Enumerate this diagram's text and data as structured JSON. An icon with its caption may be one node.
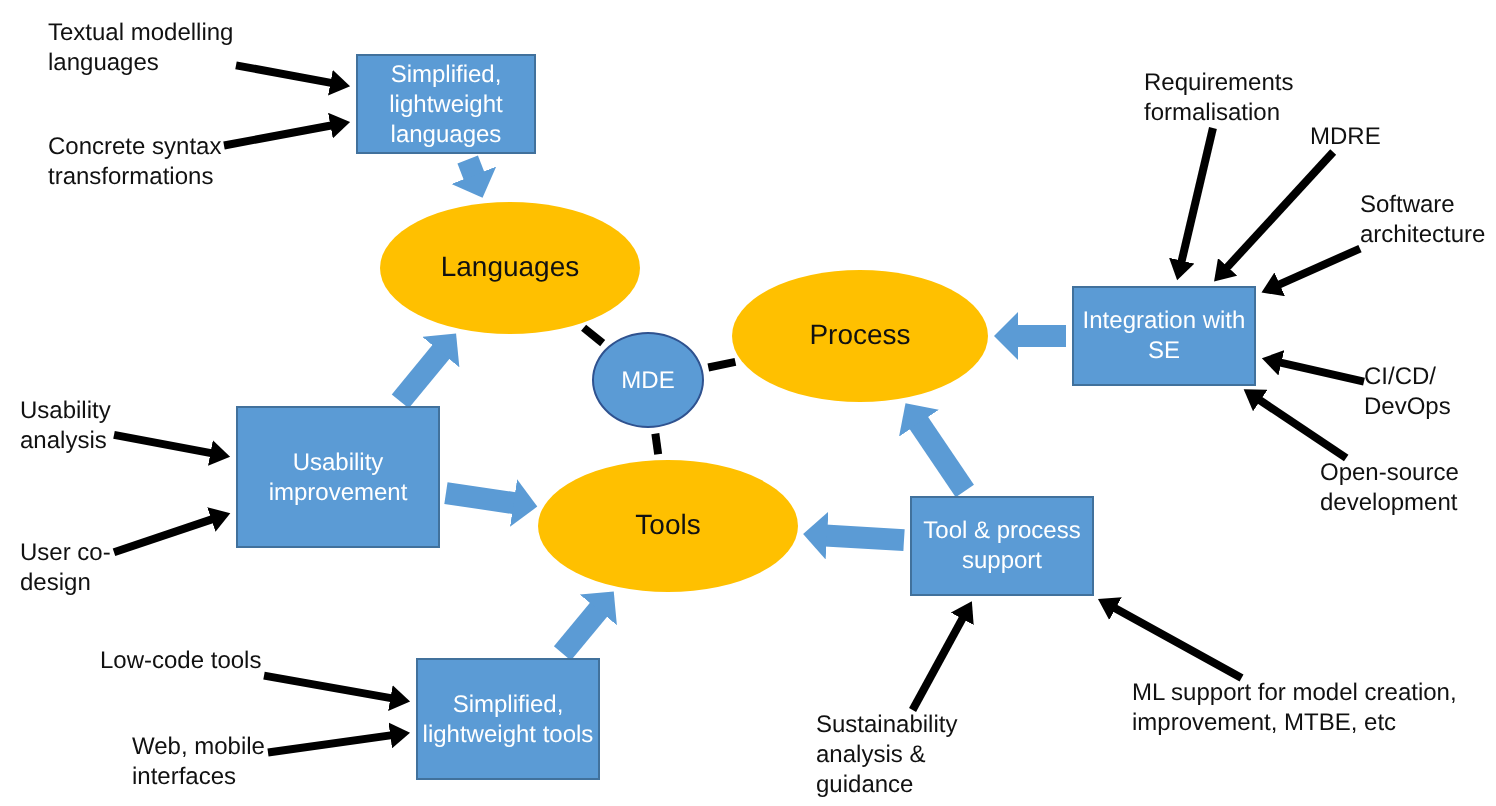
{
  "diagram": {
    "nodes": [
      {
        "text": [
          "Textual modelling languages"
        ]
      },
      {
        "text": [
          "Concrete syntax transformations"
        ]
      },
      {
        "text": [
          "Simplified, lightweight languages"
        ]
      },
      {
        "text": [
          "Languages"
        ]
      },
      {
        "text": [
          "MDE"
        ]
      },
      {
        "text": [
          "Process"
        ]
      },
      {
        "text": [
          "Tools"
        ]
      },
      {
        "text": [
          "Usability analysis"
        ]
      },
      {
        "text": [
          "User co-design"
        ]
      },
      {
        "text": [
          "Usability improvement"
        ]
      },
      {
        "text": [
          "Low-code tools"
        ]
      },
      {
        "text": [
          "Web, mobile interfaces"
        ]
      },
      {
        "text": [
          "Simplified, lightweight tools"
        ]
      },
      {
        "text": [
          "Requirements formalisation"
        ]
      },
      {
        "text": [
          "MDRE"
        ]
      },
      {
        "text": [
          "Software architecture"
        ]
      },
      {
        "text": [
          "Integration with SE"
        ]
      },
      {
        "text": [
          "CI/CD/ DevOps"
        ]
      },
      {
        "text": [
          "Open-source development"
        ]
      },
      {
        "text": [
          "Tool & process support"
        ]
      },
      {
        "text": [
          "Sustainability analysis & guidance"
        ]
      },
      {
        "text": [
          "ML support for model creation, improvement, MTBE, etc"
        ]
      }
    ],
    "edges": [
      {
        "from": 0,
        "to": 2,
        "arrow": "to"
      },
      {
        "from": 1,
        "to": 2,
        "arrow": "to"
      },
      {
        "from": 2,
        "to": 3,
        "arrow": "to",
        "style": "thick",
        "color": "#5b9bd5"
      },
      {
        "from": 3,
        "to": 4,
        "arrow": "none"
      },
      {
        "from": 4,
        "to": 5,
        "arrow": "none"
      },
      {
        "from": 4,
        "to": 6,
        "arrow": "none"
      },
      {
        "from": 7,
        "to": 9,
        "arrow": "to"
      },
      {
        "from": 8,
        "to": 9,
        "arrow": "to"
      },
      {
        "from": 9,
        "to": 3,
        "arrow": "to",
        "style": "thick",
        "color": "#5b9bd5"
      },
      {
        "from": 9,
        "to": 6,
        "arrow": "to",
        "style": "thick",
        "color": "#5b9bd5"
      },
      {
        "from": 10,
        "to": 12,
        "arrow": "to"
      },
      {
        "from": 11,
        "to": 12,
        "arrow": "to"
      },
      {
        "from": 12,
        "to": 6,
        "arrow": "to",
        "style": "thick",
        "color": "#5b9bd5"
      },
      {
        "from": 13,
        "to": 16,
        "arrow": "to"
      },
      {
        "from": 14,
        "to": 16,
        "arrow": "to"
      },
      {
        "from": 15,
        "to": 16,
        "arrow": "to"
      },
      {
        "from": 17,
        "to": 16,
        "arrow": "to"
      },
      {
        "from": 18,
        "to": 16,
        "arrow": "to"
      },
      {
        "from": 16,
        "to": 5,
        "arrow": "to",
        "style": "thick",
        "color": "#5b9bd5"
      },
      {
        "from": 19,
        "to": 6,
        "arrow": "to",
        "style": "thick",
        "color": "#5b9bd5"
      },
      {
        "from": 19,
        "to": 5,
        "arrow": "to",
        "style": "thick",
        "color": "#5b9bd5"
      },
      {
        "from": 20,
        "to": 19,
        "arrow": "to"
      },
      {
        "from": 21,
        "to": 19,
        "arrow": "to"
      }
    ]
  }
}
